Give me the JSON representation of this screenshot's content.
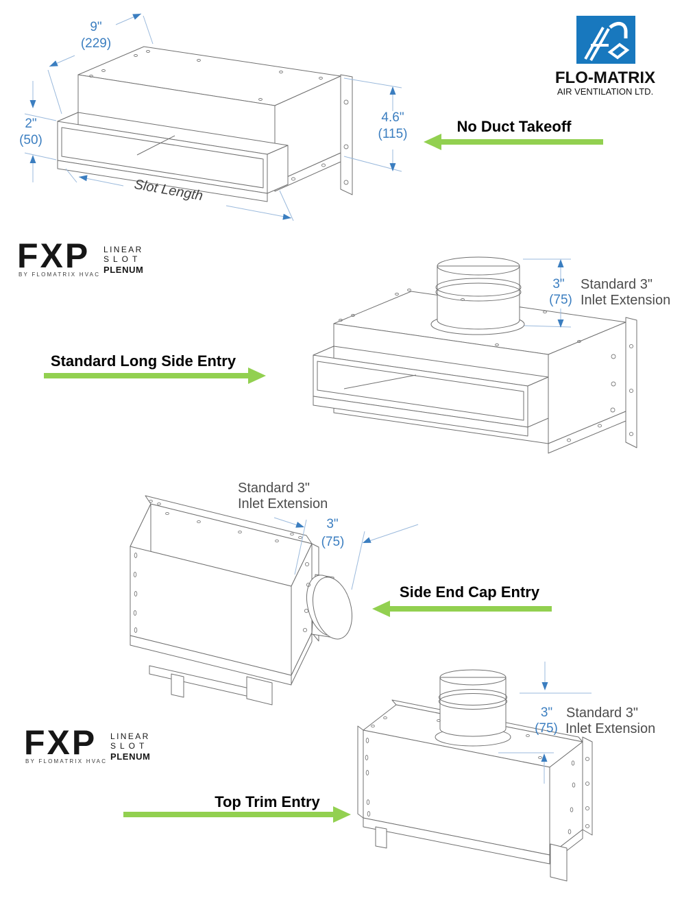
{
  "brand": {
    "flomatrix": {
      "name": "FLO-MATRIX",
      "tagline": "AIR VENTILATION LTD.",
      "logo_blue": "#1878be"
    },
    "fxp": {
      "acronym": "FXP",
      "byline": "BY FLOMATRIX HVAC",
      "product_lines": [
        "LINEAR",
        "SLOT",
        "PLENUM"
      ]
    }
  },
  "entries": [
    {
      "label": "No Duct Takeoff",
      "arrow_direction": "left"
    },
    {
      "label": "Standard Long Side Entry",
      "arrow_direction": "right"
    },
    {
      "label": "Side End Cap Entry",
      "arrow_direction": "left"
    },
    {
      "label": "Top Trim Entry",
      "arrow_direction": "right"
    }
  ],
  "dimensions": {
    "depth": {
      "inches": "9\"",
      "mm": "(229)"
    },
    "slot_height": {
      "inches": "2\"",
      "mm": "(50)"
    },
    "plenum_height": {
      "inches": "4.6\"",
      "mm": "(115)"
    },
    "slot_length_label": "Slot Length",
    "inlet_extension": {
      "inches": "3\"",
      "mm": "(75)",
      "note_line1": "Standard 3\"",
      "note_line2": "Inlet Extension"
    }
  },
  "colors": {
    "dimension_text": "#3b7ec0",
    "dimension_line": "#9ab9dc",
    "line_art": "#6f6f6f",
    "green_arrow": "#92d050",
    "note_text": "#4c4c4c"
  }
}
